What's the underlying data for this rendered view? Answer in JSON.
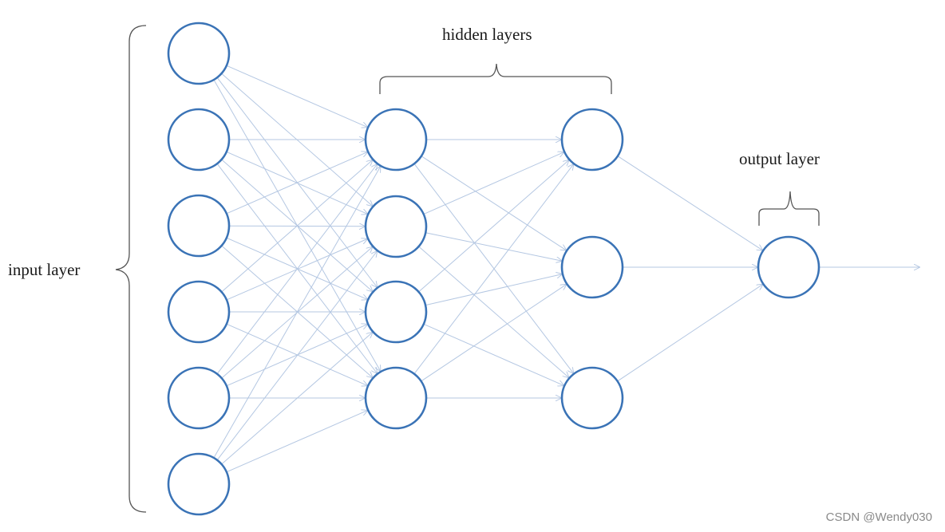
{
  "labels": {
    "hidden_layers": "hidden layers",
    "output_layer": "output layer",
    "input_layer": "input layer"
  },
  "network": {
    "layers": [
      {
        "name": "input",
        "neurons": 6
      },
      {
        "name": "hidden-1",
        "neurons": 4
      },
      {
        "name": "hidden-2",
        "neurons": 3
      },
      {
        "name": "output",
        "neurons": 1
      }
    ],
    "fully_connected": true,
    "output_arrow": true
  },
  "colors": {
    "neuron_stroke": "#3a73b6",
    "connection": "#b4c7e2",
    "bracket": "#555555",
    "text": "#1a1a1a"
  },
  "watermark": "CSDN @Wendy030"
}
